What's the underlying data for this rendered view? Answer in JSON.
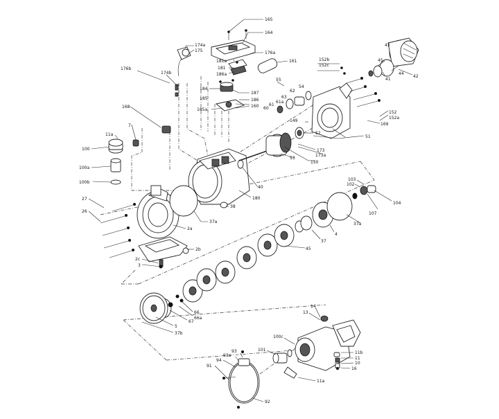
{
  "diagram": {
    "labels": [
      {
        "id": "l165",
        "text": "165"
      },
      {
        "id": "l164",
        "text": "164"
      },
      {
        "id": "l174a",
        "text": "174a"
      },
      {
        "id": "l175",
        "text": "175"
      },
      {
        "id": "l176a",
        "text": "176a"
      },
      {
        "id": "l181a",
        "text": "181a"
      },
      {
        "id": "l181",
        "text": "181"
      },
      {
        "id": "l186a",
        "text": "186a"
      },
      {
        "id": "l161",
        "text": "161"
      },
      {
        "id": "l176b",
        "text": "176b"
      },
      {
        "id": "l174b",
        "text": "174b"
      },
      {
        "id": "l184",
        "text": "184"
      },
      {
        "id": "l187",
        "text": "187"
      },
      {
        "id": "l185",
        "text": "185"
      },
      {
        "id": "l186",
        "text": "186"
      },
      {
        "id": "l185a",
        "text": "185a"
      },
      {
        "id": "l160",
        "text": "160"
      },
      {
        "id": "l168",
        "text": "168"
      },
      {
        "id": "l55",
        "text": "55"
      },
      {
        "id": "l54",
        "text": "54"
      },
      {
        "id": "l62",
        "text": "62"
      },
      {
        "id": "l63",
        "text": "63"
      },
      {
        "id": "l61a",
        "text": "61a"
      },
      {
        "id": "l61",
        "text": "61"
      },
      {
        "id": "l60",
        "text": "60"
      },
      {
        "id": "l152b",
        "text": "152b"
      },
      {
        "id": "l152c",
        "text": "152c"
      },
      {
        "id": "l43",
        "text": "43"
      },
      {
        "id": "l45",
        "text": "45"
      },
      {
        "id": "l41",
        "text": "41"
      },
      {
        "id": "l44",
        "text": "44"
      },
      {
        "id": "l42",
        "text": "42"
      },
      {
        "id": "l152",
        "text": "152"
      },
      {
        "id": "l152a",
        "text": "152a"
      },
      {
        "id": "l169",
        "text": "169"
      },
      {
        "id": "l51",
        "text": "51"
      },
      {
        "id": "l149",
        "text": "149"
      },
      {
        "id": "l52",
        "text": "52"
      },
      {
        "id": "l173",
        "text": "173"
      },
      {
        "id": "l173a",
        "text": "173a"
      },
      {
        "id": "l150",
        "text": "150"
      },
      {
        "id": "l53",
        "text": "53"
      },
      {
        "id": "l7",
        "text": "7"
      },
      {
        "id": "l11a_top",
        "text": "11a"
      },
      {
        "id": "l100",
        "text": "100"
      },
      {
        "id": "l100a",
        "text": "100a"
      },
      {
        "id": "l100b",
        "text": "100b"
      },
      {
        "id": "l40",
        "text": "40"
      },
      {
        "id": "l180",
        "text": "180"
      },
      {
        "id": "l38",
        "text": "38"
      },
      {
        "id": "l27",
        "text": "27"
      },
      {
        "id": "l26",
        "text": "26"
      },
      {
        "id": "l37a_mid",
        "text": "37a"
      },
      {
        "id": "l2a",
        "text": "2a"
      },
      {
        "id": "l2b",
        "text": "2b"
      },
      {
        "id": "l2c",
        "text": "2c"
      },
      {
        "id": "l3",
        "text": "3"
      },
      {
        "id": "l103",
        "text": "103"
      },
      {
        "id": "l102",
        "text": "102"
      },
      {
        "id": "l104",
        "text": "104"
      },
      {
        "id": "l107",
        "text": "107"
      },
      {
        "id": "l37a_r",
        "text": "37a"
      },
      {
        "id": "l4",
        "text": "4"
      },
      {
        "id": "l37",
        "text": "37"
      },
      {
        "id": "l45b",
        "text": "45"
      },
      {
        "id": "l66",
        "text": "66"
      },
      {
        "id": "l66a",
        "text": "66a"
      },
      {
        "id": "l67",
        "text": "67"
      },
      {
        "id": "l5",
        "text": "5"
      },
      {
        "id": "l37b",
        "text": "37b"
      },
      {
        "id": "l14",
        "text": "14"
      },
      {
        "id": "l13",
        "text": "13"
      },
      {
        "id": "l100c",
        "text": "100c"
      },
      {
        "id": "l101",
        "text": "101"
      },
      {
        "id": "l93",
        "text": "93"
      },
      {
        "id": "l93a",
        "text": "93a"
      },
      {
        "id": "l94",
        "text": "94"
      },
      {
        "id": "l91",
        "text": "91"
      },
      {
        "id": "l92",
        "text": "92"
      },
      {
        "id": "l11a_bot",
        "text": "11a"
      },
      {
        "id": "l11b",
        "text": "11b"
      },
      {
        "id": "l11",
        "text": "11"
      },
      {
        "id": "l10",
        "text": "10"
      },
      {
        "id": "l16",
        "text": "16"
      }
    ]
  }
}
